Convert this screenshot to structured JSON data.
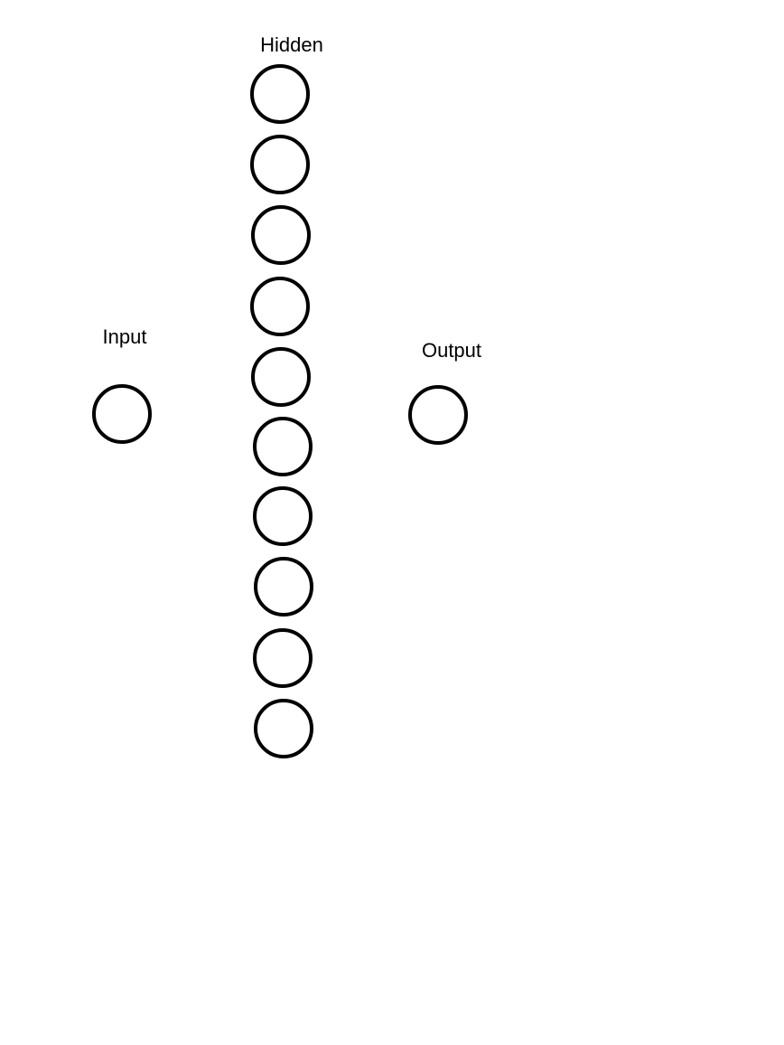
{
  "colors": {
    "background": "#ffffff",
    "stroke": "#000000",
    "text": "#000000"
  },
  "layers": [
    {
      "id": "input",
      "label": "Input",
      "neurons": 1
    },
    {
      "id": "hidden",
      "label": "Hidden",
      "neurons": 10
    },
    {
      "id": "output",
      "label": "Output",
      "neurons": 1
    }
  ]
}
